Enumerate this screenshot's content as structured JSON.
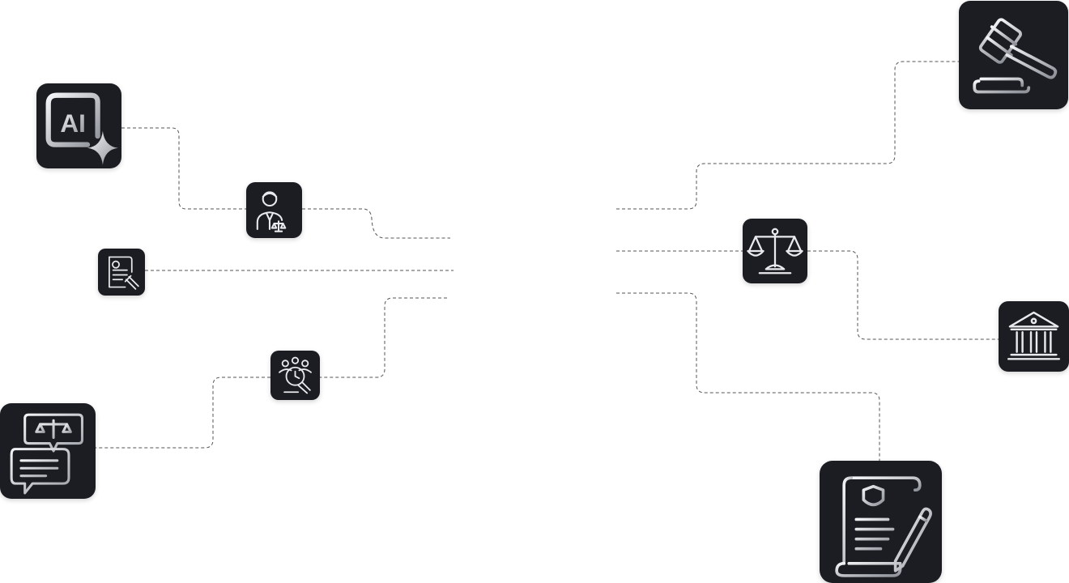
{
  "diagram": {
    "nodes": [
      {
        "id": "ai-chip",
        "icon": "ai-sparkle-icon",
        "label": "AI"
      },
      {
        "id": "lawyer",
        "icon": "lawyer-with-scales-icon"
      },
      {
        "id": "legal-document",
        "icon": "legal-document-gavel-icon"
      },
      {
        "id": "jury-time",
        "icon": "jury-clock-gavel-icon"
      },
      {
        "id": "legal-chat",
        "icon": "legal-chat-bubbles-icon"
      },
      {
        "id": "gavel",
        "icon": "gavel-icon"
      },
      {
        "id": "scales",
        "icon": "scales-of-justice-icon"
      },
      {
        "id": "courthouse",
        "icon": "courthouse-icon"
      },
      {
        "id": "contract",
        "icon": "contract-scroll-pen-icon"
      }
    ],
    "colors": {
      "tile": "#1c1d22",
      "icon_light": "#f2f3f5",
      "icon_mid": "#a3a6ae",
      "connector": "#555555",
      "background": "#ffffff"
    }
  }
}
